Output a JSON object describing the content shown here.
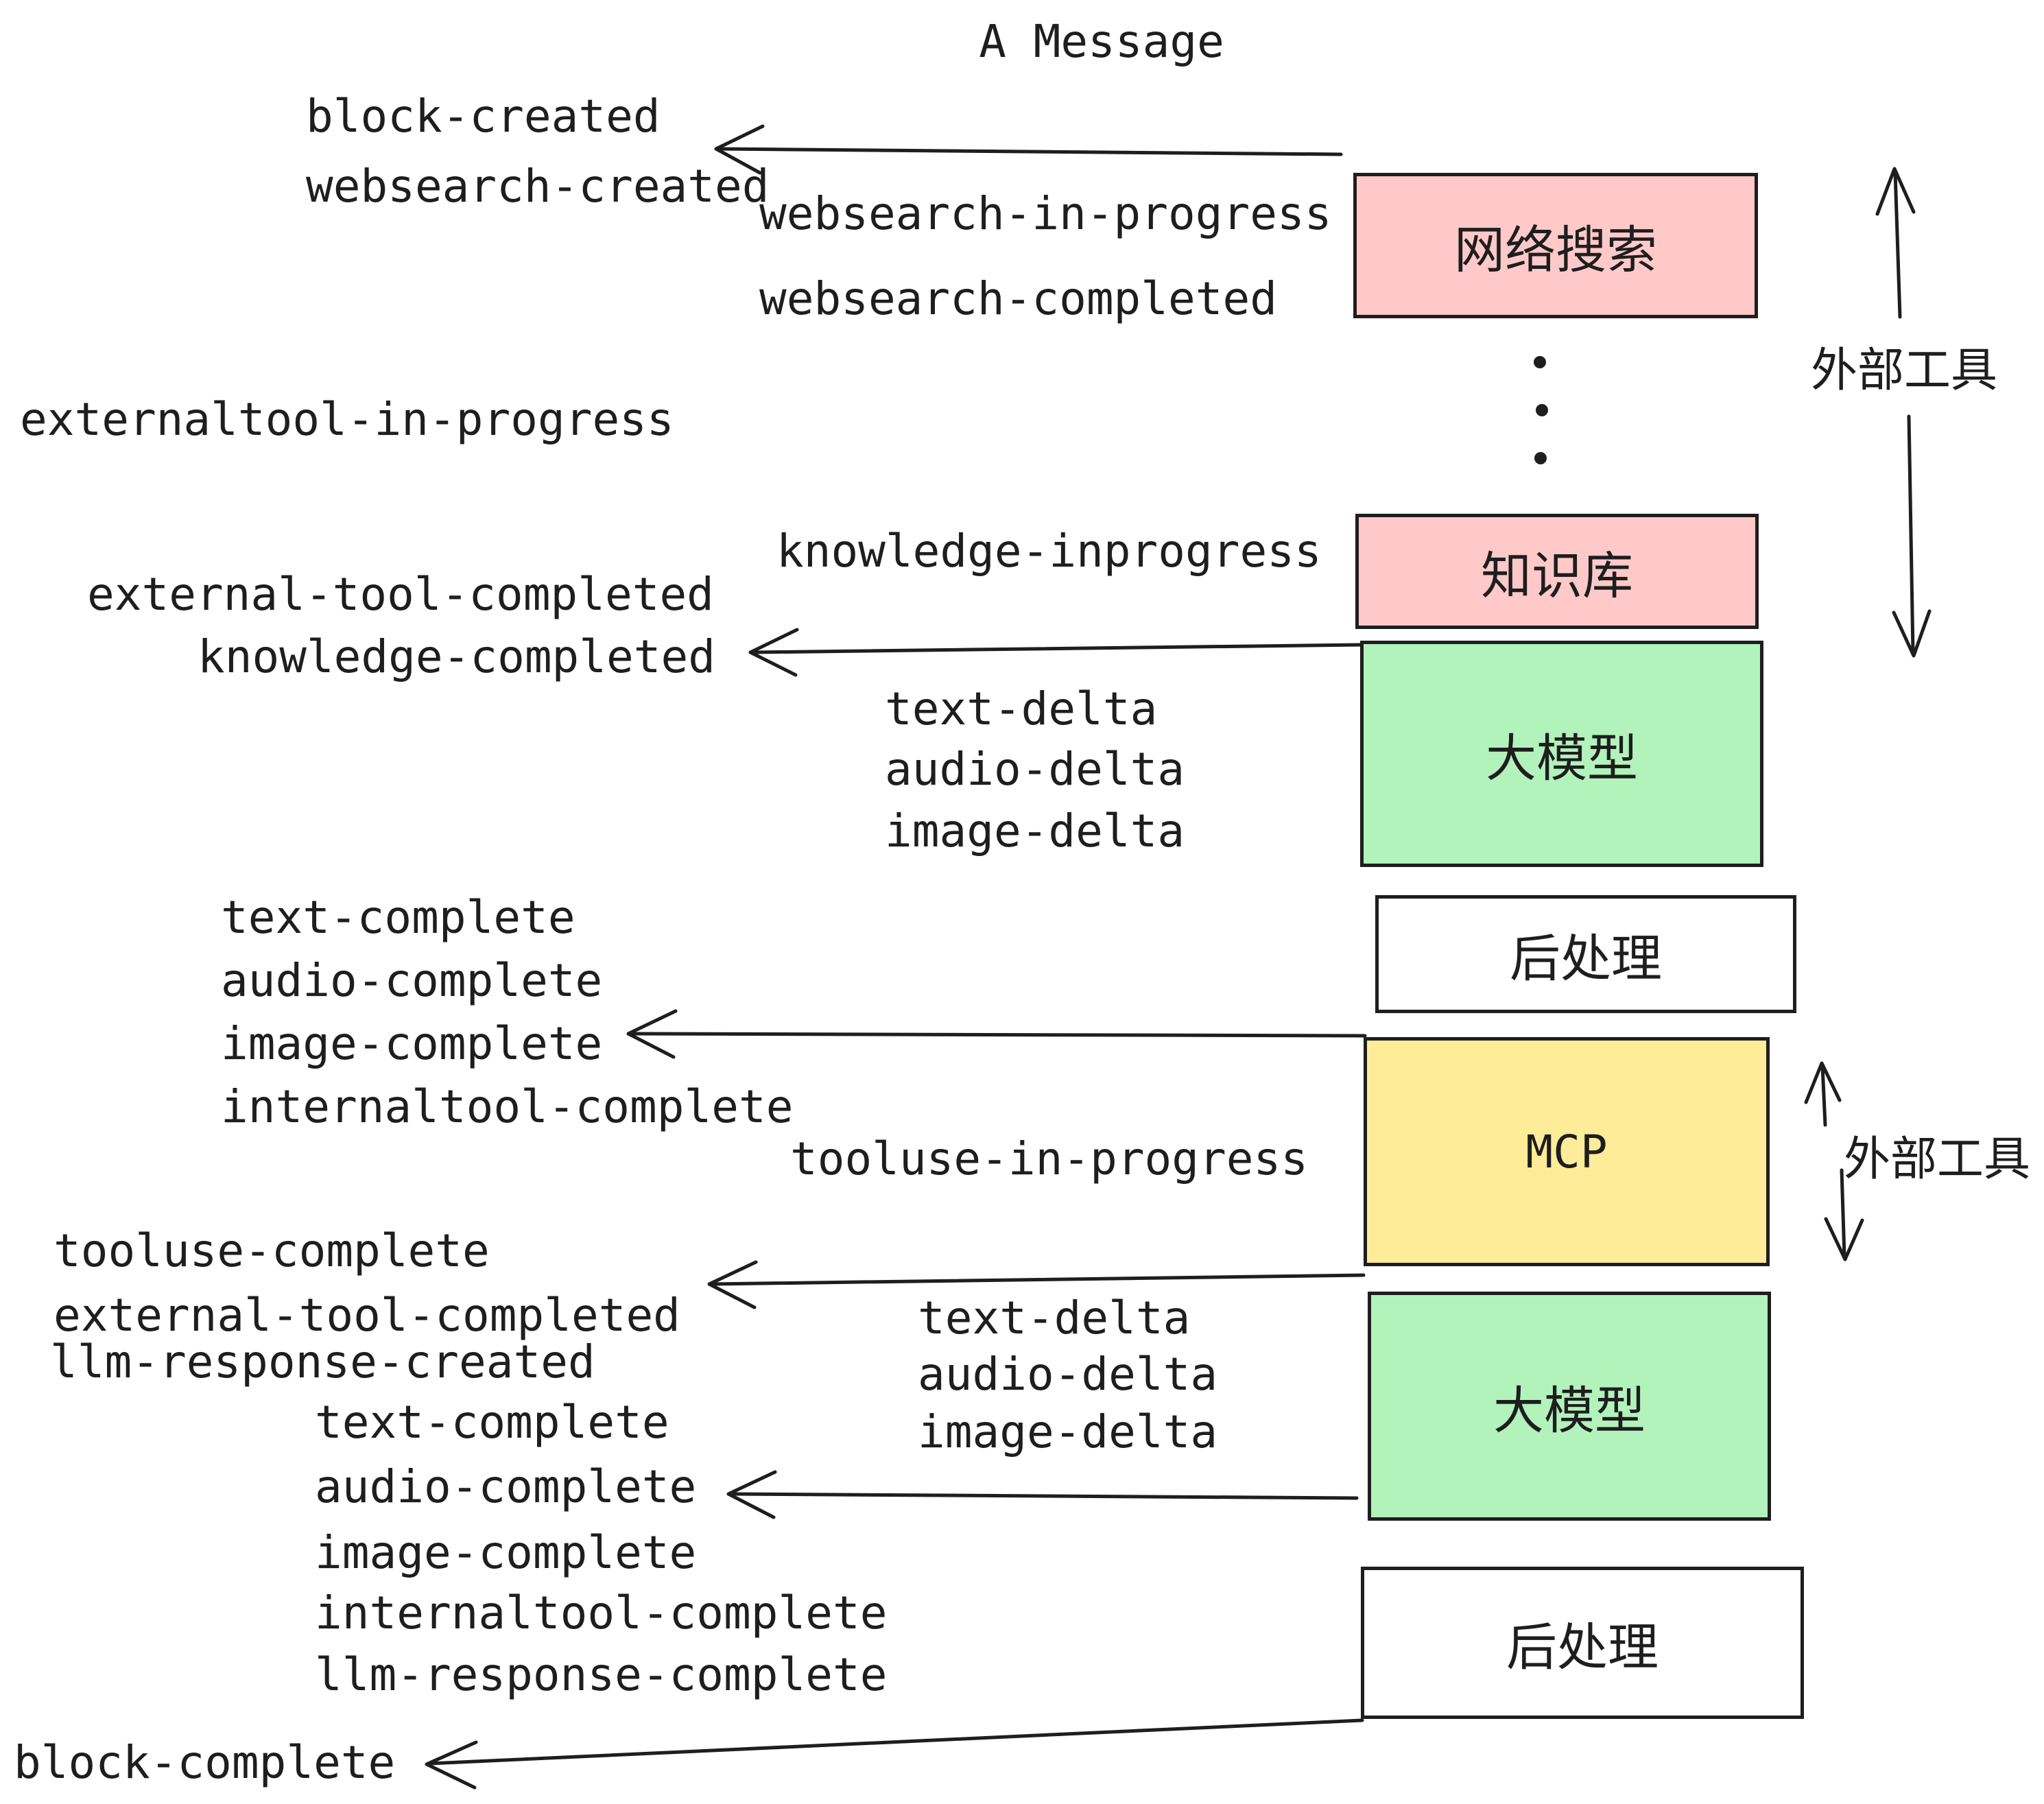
{
  "title": "A Message",
  "events": {
    "block_created": "block-created",
    "websearch_created": "websearch-created",
    "websearch_in_progress": "websearch-in-progress",
    "websearch_completed": "websearch-completed",
    "externaltool_in_progress": "externaltool-in-progress",
    "knowledge_inprogress": "knowledge-inprogress",
    "external_tool_completed": "external-tool-completed",
    "knowledge_completed": "knowledge-completed",
    "text_delta": "text-delta",
    "audio_delta": "audio-delta",
    "image_delta": "image-delta",
    "text_complete": "text-complete",
    "audio_complete": "audio-complete",
    "image_complete": "image-complete",
    "internaltool_complete": "internaltool-complete",
    "tooluse_in_progress": "tooluse-in-progress",
    "tooluse_complete": "tooluse-complete",
    "llm_response_created": "llm-response-created",
    "llm_response_complete": "llm-response-complete",
    "block_complete": "block-complete"
  },
  "boxes": {
    "websearch": "网络搜索",
    "knowledge": "知识库",
    "llm": "大模型",
    "postprocess": "后处理",
    "mcp": "MCP"
  },
  "side_labels": {
    "external_tools": "外部工具"
  },
  "colors": {
    "pink": "#ffc9c9",
    "green": "#b2f2bb",
    "yellow": "#ffec99",
    "white": "#ffffff",
    "ink": "#1e1e1e"
  }
}
